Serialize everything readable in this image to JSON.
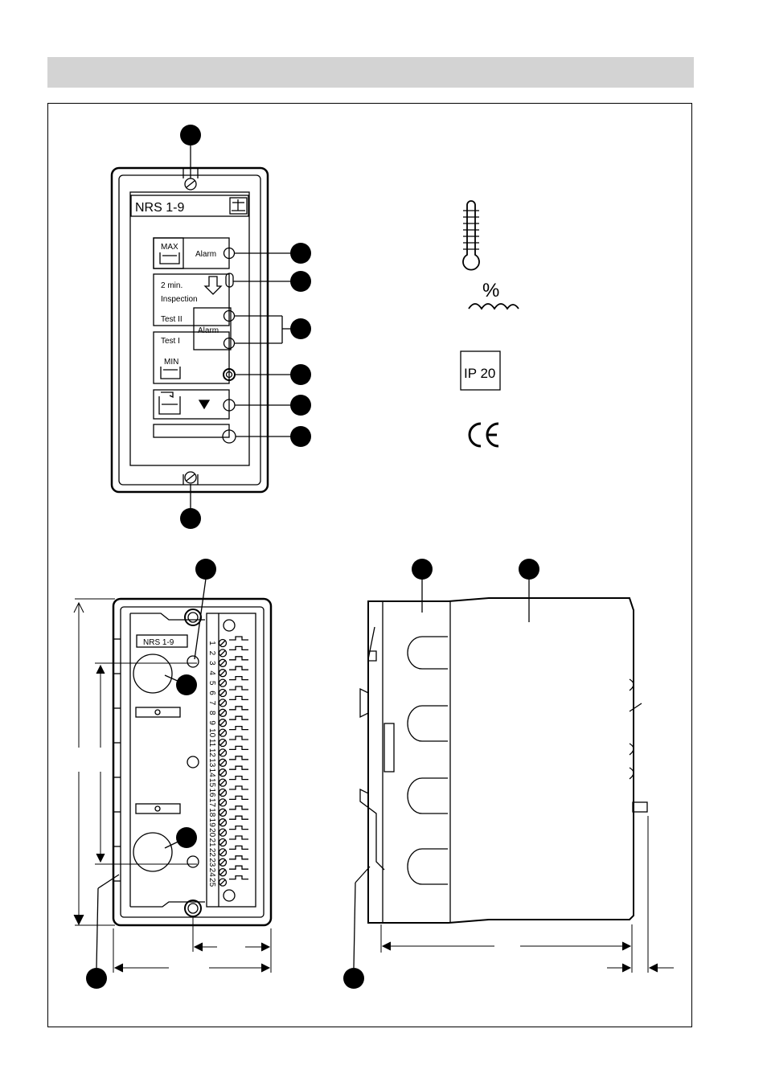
{
  "front_panel": {
    "model": "NRS 1-9",
    "max_label": "MAX",
    "alarm_label": "Alarm",
    "time_label": "2 min.",
    "inspection_label": "Inspection",
    "test2_label": "Test II",
    "alarm2_label": "Alarm",
    "test1_label": "Test I",
    "min_label": "MIN"
  },
  "symbols": {
    "humidity_label": "%",
    "ip_rating": "IP 20"
  },
  "rear_view": {
    "model": "NRS 1-9",
    "terminals": [
      "1",
      "2",
      "3",
      "4",
      "5",
      "6",
      "7",
      "8",
      "9",
      "10",
      "11",
      "12",
      "13",
      "14",
      "15",
      "16",
      "17",
      "18",
      "19",
      "20",
      "21",
      "22",
      "23",
      "24",
      "25"
    ]
  },
  "colors": {
    "header_bar": "#d3d3d3",
    "line": "#000000"
  }
}
